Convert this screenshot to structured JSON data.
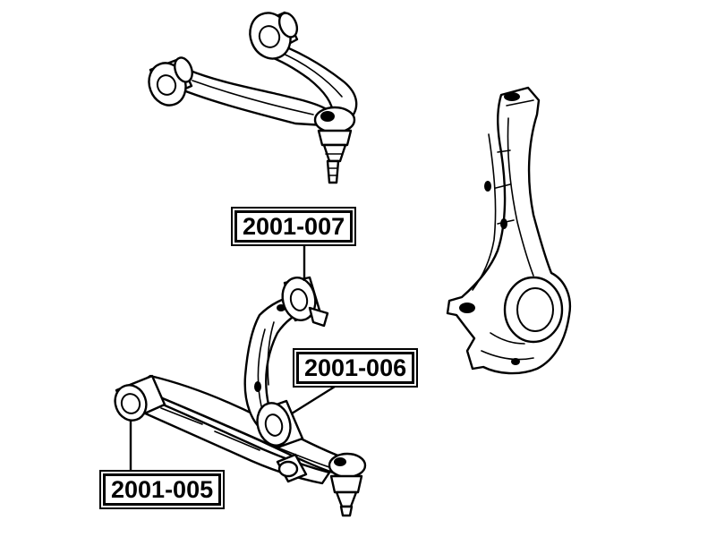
{
  "labels": {
    "part_007": "2001-007",
    "part_006": "2001-006",
    "part_005": "2001-005"
  },
  "colors": {
    "line": "#000000",
    "background": "#ffffff"
  }
}
